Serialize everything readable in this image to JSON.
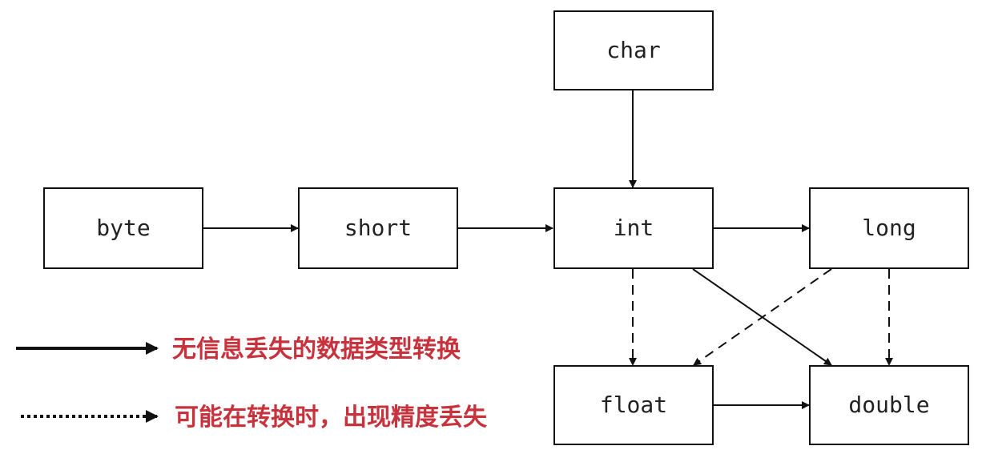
{
  "colors": {
    "stroke": "#111111",
    "legend_text": "#c8323c"
  },
  "nodes": [
    {
      "id": "char",
      "label": "char"
    },
    {
      "id": "byte",
      "label": "byte"
    },
    {
      "id": "short",
      "label": "short"
    },
    {
      "id": "int",
      "label": "int"
    },
    {
      "id": "long",
      "label": "long"
    },
    {
      "id": "float",
      "label": "float"
    },
    {
      "id": "double",
      "label": "double"
    }
  ],
  "edges": [
    {
      "from": "char",
      "to": "int",
      "style": "solid"
    },
    {
      "from": "byte",
      "to": "short",
      "style": "solid"
    },
    {
      "from": "short",
      "to": "int",
      "style": "solid"
    },
    {
      "from": "int",
      "to": "long",
      "style": "solid"
    },
    {
      "from": "int",
      "to": "double",
      "style": "solid"
    },
    {
      "from": "float",
      "to": "double",
      "style": "solid"
    },
    {
      "from": "int",
      "to": "float",
      "style": "dashed"
    },
    {
      "from": "long",
      "to": "float",
      "style": "dashed"
    },
    {
      "from": "long",
      "to": "double",
      "style": "dashed"
    }
  ],
  "legend": {
    "solid_label": "无信息丢失的数据类型转换",
    "dotted_label": "可能在转换时，出现精度丢失"
  }
}
